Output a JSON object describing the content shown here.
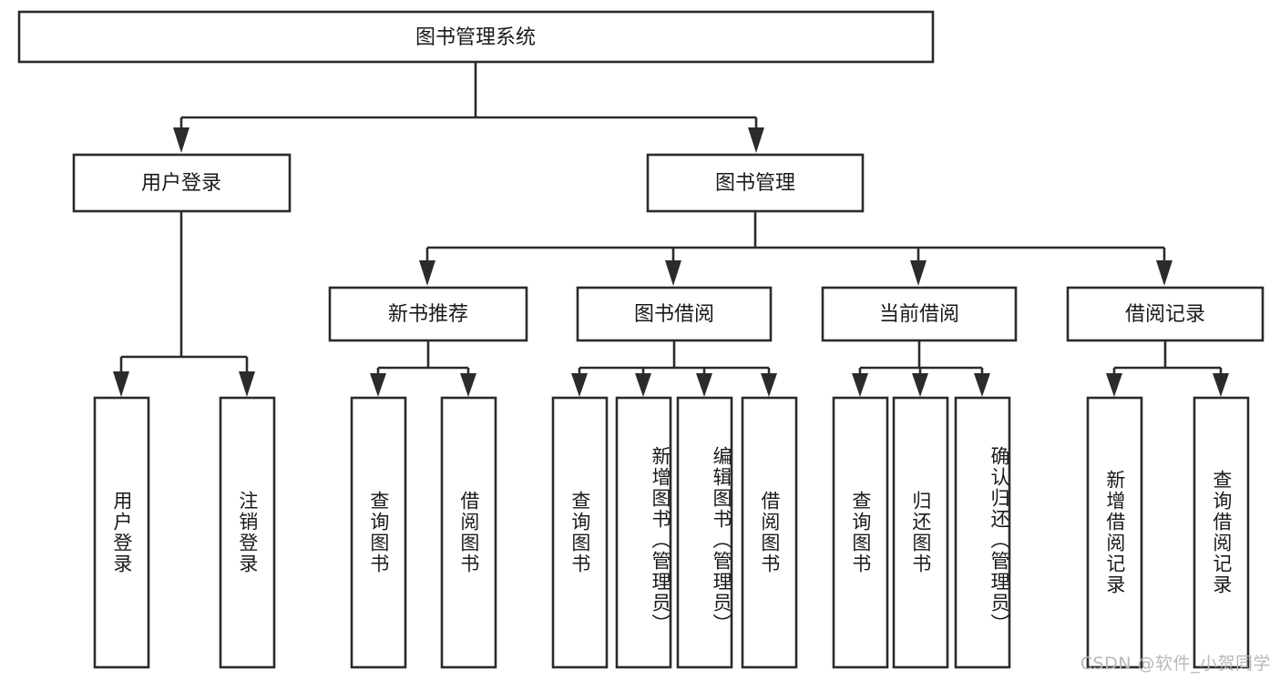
{
  "diagram": {
    "type": "tree",
    "title_node": {
      "id": "root",
      "label": "图书管理系统"
    },
    "level2": [
      {
        "id": "user-login",
        "label": "用户登录"
      },
      {
        "id": "book-manage",
        "label": "图书管理"
      }
    ],
    "level3": [
      {
        "id": "new-book-recommend",
        "label": "新书推荐",
        "parent": "book-manage"
      },
      {
        "id": "book-borrow",
        "label": "图书借阅",
        "parent": "book-manage"
      },
      {
        "id": "current-borrow",
        "label": "当前借阅",
        "parent": "book-manage"
      },
      {
        "id": "borrow-record",
        "label": "借阅记录",
        "parent": "book-manage"
      }
    ],
    "leaves": {
      "user_login": [
        {
          "id": "leaf-user-login",
          "label": "用户登录"
        },
        {
          "id": "leaf-logout-login",
          "label": "注销登录"
        }
      ],
      "new_book_recommend": [
        {
          "id": "leaf-query-book-1",
          "label": "查询图书"
        },
        {
          "id": "leaf-borrow-book-1",
          "label": "借阅图书"
        }
      ],
      "book_borrow": [
        {
          "id": "leaf-query-book-2",
          "label": "查询图书"
        },
        {
          "id": "leaf-add-book",
          "label": "新增图书（管理员）"
        },
        {
          "id": "leaf-edit-book",
          "label": "编辑图书（管理员）"
        },
        {
          "id": "leaf-borrow-book-2",
          "label": "借阅图书"
        }
      ],
      "current_borrow": [
        {
          "id": "leaf-query-book-3",
          "label": "查询图书"
        },
        {
          "id": "leaf-return-book",
          "label": "归还图书"
        },
        {
          "id": "leaf-confirm-return",
          "label": "确认归还（管理员）"
        }
      ],
      "borrow_record": [
        {
          "id": "leaf-add-record",
          "label": "新增借阅记录"
        },
        {
          "id": "leaf-query-record",
          "label": "查询借阅记录"
        }
      ]
    }
  },
  "watermark": {
    "text": "CSDN @软件_小贺同学"
  },
  "colors": {
    "stroke": "#2b2b2b",
    "fill": "#ffffff",
    "text": "#1a1a1a",
    "watermark": "#b9b9b9",
    "background": "#ffffff"
  }
}
